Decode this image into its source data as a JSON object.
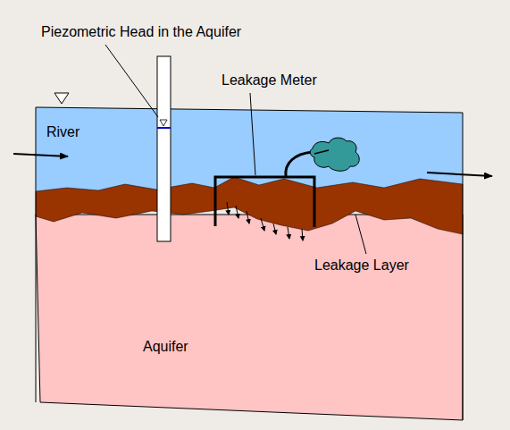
{
  "diagram": {
    "nodes": [
      {
        "text": [
          "River"
        ]
      },
      {
        "text": [
          "Aquifer"
        ]
      }
    ],
    "labels": [
      "Piezometric Head in the Aquifer",
      "Leakage Meter",
      "Leakage Layer"
    ]
  }
}
